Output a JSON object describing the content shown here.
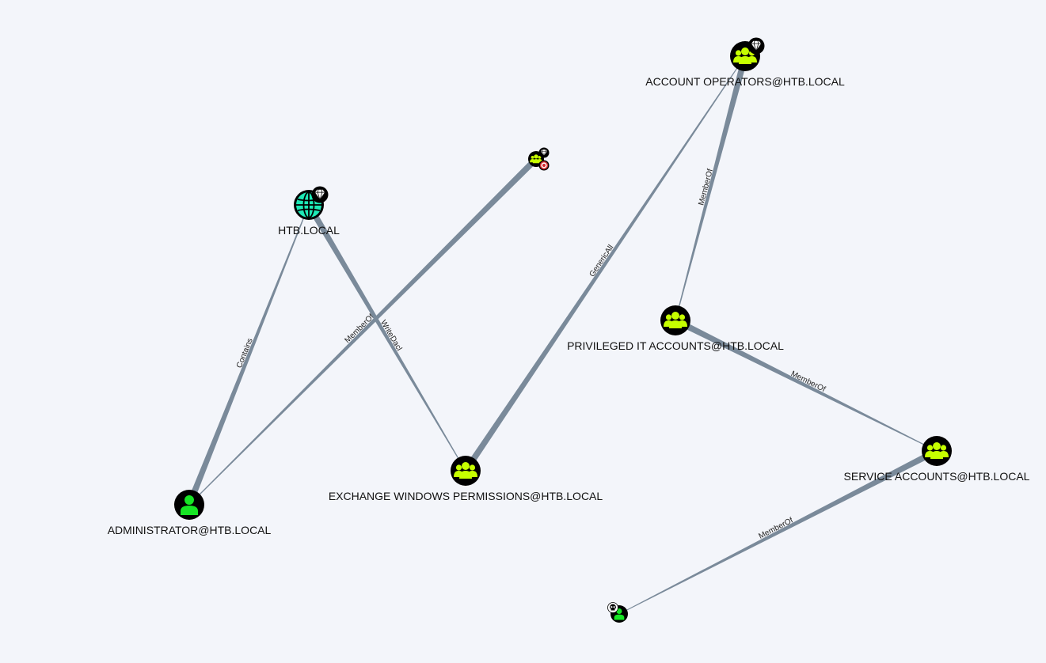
{
  "colors": {
    "background": "#f3f5fa",
    "edge": "#7a8a9a",
    "node_ring": "#000000",
    "group_fill": "#c6ff00",
    "user_fill": "#17e625",
    "domain_fill": "#1de9b6",
    "target_badge": "#d32f2f"
  },
  "graph": {
    "nodes": [
      {
        "id": "account-operators",
        "label": "ACCOUNT OPERATORS@HTB.LOCAL",
        "kind": "group",
        "badge": "diamond-icon"
      },
      {
        "id": "htb-local",
        "label": "HTB.LOCAL",
        "kind": "domain",
        "badge": "diamond-icon"
      },
      {
        "id": "small-group",
        "label": "",
        "kind": "group",
        "badge": "diamond-target-icon"
      },
      {
        "id": "privileged-it",
        "label": "PRIVILEGED IT ACCOUNTS@HTB.LOCAL",
        "kind": "group",
        "badge": ""
      },
      {
        "id": "exchange-windows",
        "label": "EXCHANGE WINDOWS PERMISSIONS@HTB.LOCAL",
        "kind": "group",
        "badge": ""
      },
      {
        "id": "service-accounts",
        "label": "SERVICE ACCOUNTS@HTB.LOCAL",
        "kind": "group",
        "badge": ""
      },
      {
        "id": "administrator",
        "label": "ADMINISTRATOR@HTB.LOCAL",
        "kind": "user",
        "badge": ""
      },
      {
        "id": "owned-user",
        "label": "",
        "kind": "user",
        "badge": "skull-icon"
      }
    ],
    "edges": [
      {
        "source": "htb-local",
        "target": "administrator",
        "label": "Contains"
      },
      {
        "source": "administrator",
        "target": "small-group",
        "label": "MemberOf"
      },
      {
        "source": "exchange-windows",
        "target": "htb-local",
        "label": "WriteDacl"
      },
      {
        "source": "account-operators",
        "target": "exchange-windows",
        "label": "GenericAll"
      },
      {
        "source": "privileged-it",
        "target": "account-operators",
        "label": "MemberOf"
      },
      {
        "source": "service-accounts",
        "target": "privileged-it",
        "label": "MemberOf"
      },
      {
        "source": "owned-user",
        "target": "service-accounts",
        "label": "MemberOf"
      }
    ]
  }
}
